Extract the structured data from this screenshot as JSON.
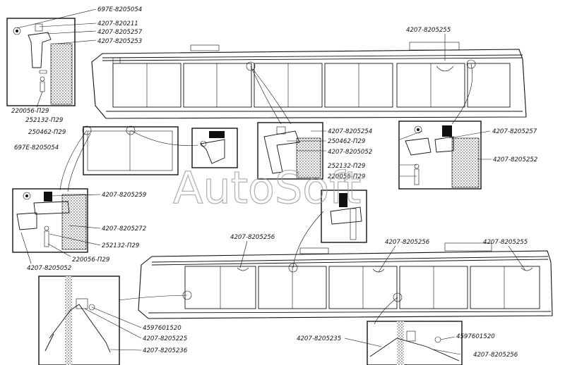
{
  "watermark": "AutoSoft",
  "labels": {
    "l_697e_top": "697E-8205054",
    "l_820211": "4207-820211",
    "l_8205257_top": "4207-8205257",
    "l_8205253": "4207-8205253",
    "l_220056_top": "220056-П29",
    "l_252132_top": "252132-П29",
    "l_8205255_top": "4207-8205255",
    "l_8205254": "4207-8205254",
    "l_250462_mid": "250462-П29",
    "l_8205052_mid": "4207-8205052",
    "l_252132_mid": "252132-П29",
    "l_220056_mid": "220056-П29",
    "l_8205257_right": "4207-8205257",
    "l_8205252": "4207-8205252",
    "l_250462_left": "250462-П29",
    "l_697e_left": "697E-8205054",
    "l_8205259": "4207-8205259",
    "l_8205272": "4207-8205272",
    "l_252132_left": "252132-П29",
    "l_220056_left": "220056-П29",
    "l_8205052_left": "4207-8205052",
    "l_8205256_a": "4207-8205256",
    "l_8205256_b": "4207-8205256",
    "l_8205255_bot": "4207-8205255",
    "l_4597601520_left": "4597601520",
    "l_8205225": "4207-8205225",
    "l_8205236": "4207-8205236",
    "l_8205235": "4207-8205235",
    "l_4597601520_right": "4597601520",
    "l_8205256_right": "4207-8205256"
  }
}
